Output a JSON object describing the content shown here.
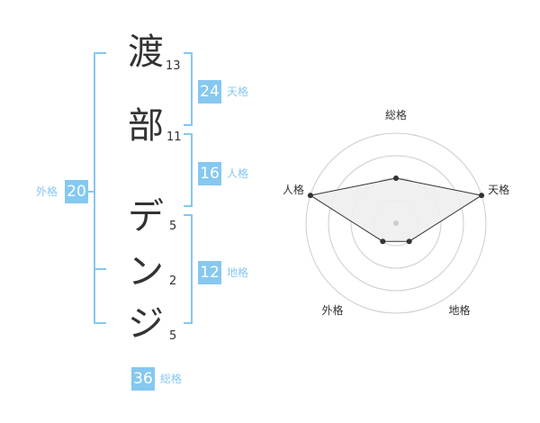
{
  "name_chars": [
    {
      "char": "渡",
      "strokes": "13"
    },
    {
      "char": "部",
      "strokes": "11"
    },
    {
      "char": "デ",
      "strokes": "5"
    },
    {
      "char": "ン",
      "strokes": "2"
    },
    {
      "char": "ジ",
      "strokes": "5"
    }
  ],
  "kakaku": {
    "tenkaku": {
      "value": "24",
      "label": "天格"
    },
    "jinkaku": {
      "value": "16",
      "label": "人格"
    },
    "chikaku": {
      "value": "12",
      "label": "地格"
    },
    "gaikaku": {
      "value": "20",
      "label": "外格"
    },
    "soukaku": {
      "value": "36",
      "label": "総格"
    }
  },
  "colors": {
    "accent": "#86c8f0",
    "text": "#333333",
    "grid": "#cccccc",
    "fill": "#eeeeee"
  },
  "chart_data": {
    "type": "radar",
    "categories": [
      "総格",
      "天格",
      "地格",
      "外格",
      "人格"
    ],
    "values": [
      2,
      4,
      1,
      1,
      4
    ],
    "range": [
      0,
      4
    ],
    "grid": true
  }
}
